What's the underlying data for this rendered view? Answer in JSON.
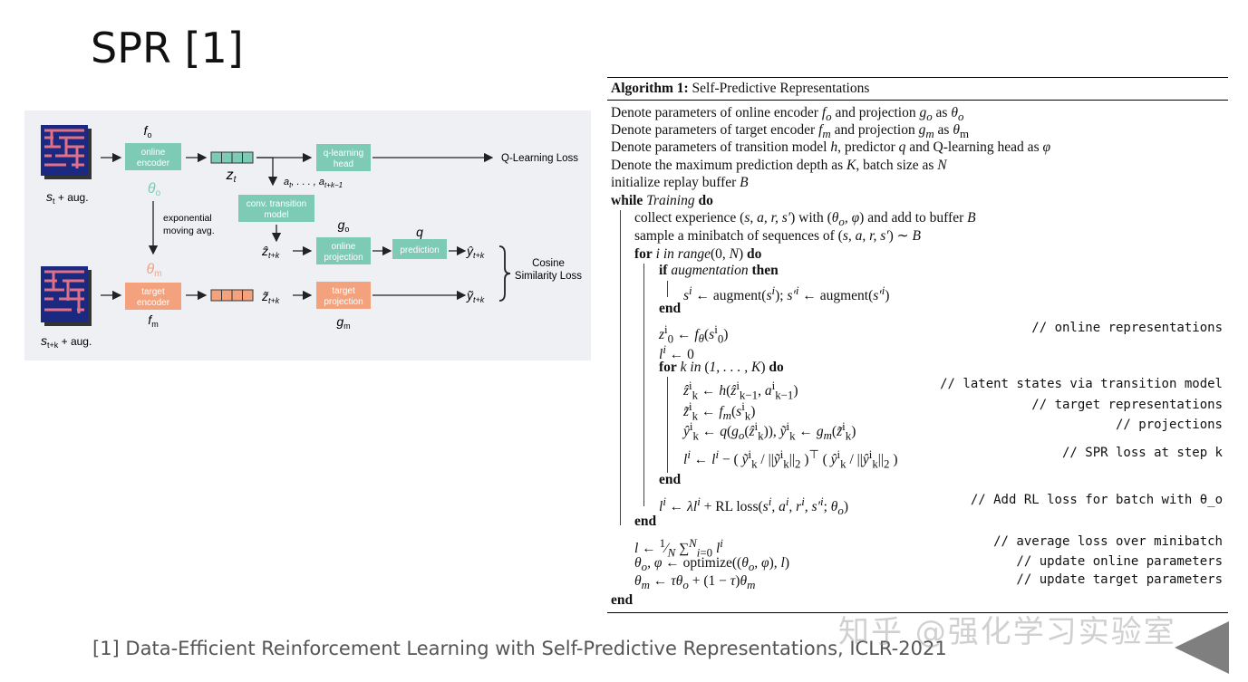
{
  "slide": {
    "title": "SPR [1]",
    "footnote": "[1] Data-Efficient Reinforcement Learning with Self-Predictive Representations, ICLR-2021",
    "watermark": "知乎 @强化学习实验室",
    "nav_icon": "next-slide-arrow-icon"
  },
  "figure": {
    "top_input_label": "s_t + aug.",
    "bottom_input_label": "s_{t+k} + aug.",
    "online_encoder": "online encoder",
    "f_o": "f_o",
    "theta_o": "θ_o",
    "ema_label": "exponential moving avg.",
    "theta_m": "θ_m",
    "target_encoder": "target encoder",
    "f_m": "f_m",
    "z_t": "z_t",
    "actions": "a_t, …, a_{t+k−1}",
    "q_head": "q-learning head",
    "q_loss": "Q-Learning Loss",
    "transition": "conv. transition model",
    "z_hat": "ẑ_{t+k}",
    "z_tilde": "z̃_{t+k}",
    "g_o": "g_o",
    "online_projection": "online projection",
    "q": "q",
    "prediction": "prediction",
    "y_hat": "ŷ_{t+k}",
    "target_projection": "target projection",
    "g_m": "g_m",
    "y_tilde": "ỹ_{t+k}",
    "cos_loss": "Cosine Similarity Loss",
    "colors": {
      "online": "#7ecbb5",
      "target": "#f4a27d",
      "frame_bg": "#1b2a80",
      "frame_maze": "#e07088"
    }
  },
  "algorithm": {
    "title_bold": "Algorithm 1:",
    "title": "Self-Predictive Representations",
    "lines": [
      "Denote parameters of online encoder f_o and projection g_o as θ_o",
      "Denote parameters of target encoder f_m and projection g_m as θ_m",
      "Denote parameters of transition model h, predictor q and Q-learning head as φ",
      "Denote the maximum prediction depth as K, batch size as N",
      "initialize replay buffer B",
      "while Training do",
      "collect experience (s, a, r, s′) with (θ_o, φ) and add to buffer B",
      "sample a minibatch of sequences of (s, a, r, s′) ∼ B",
      "for i in range(0, N) do",
      "if augmentation then",
      "s^i ← augment(s^i); s′^i ← augment(s′^i)",
      "end",
      "z^i_0 ← f_θ(s^i_0)",
      "l^i ← 0",
      "for k in (1, …, K) do",
      "ẑ^i_k ← h(ẑ^i_{k−1}, a^i_{k−1})",
      "z̃^i_k ← f_m(s^i_k)",
      "ŷ^i_k ← q(g_o(ẑ^i_k)), ỹ^i_k ← g_m(z̃^i_k)",
      "l^i ← l^i − ( ỹ^i_k / ||ỹ^i_k||₂ )ᵀ ( ŷ^i_k / ||ŷ^i_k||₂ )",
      "end",
      "l^i ← λl^i + RL loss(s^i, a^i, r^i, s′^i; θ_o)",
      "end",
      "l ← 1/N Σ_{i=0}^{N} l^i",
      "θ_o, φ ← optimize((θ_o, φ), l)",
      "θ_m ← τθ_o + (1 − τ)θ_m",
      "end"
    ],
    "comments": [
      "// online representations",
      "// latent states via transition model",
      "// target representations",
      "// projections",
      "// SPR loss at step k",
      "// Add RL loss for batch with θ_o",
      "// average loss over minibatch",
      "// update online parameters",
      "// update target parameters"
    ]
  }
}
